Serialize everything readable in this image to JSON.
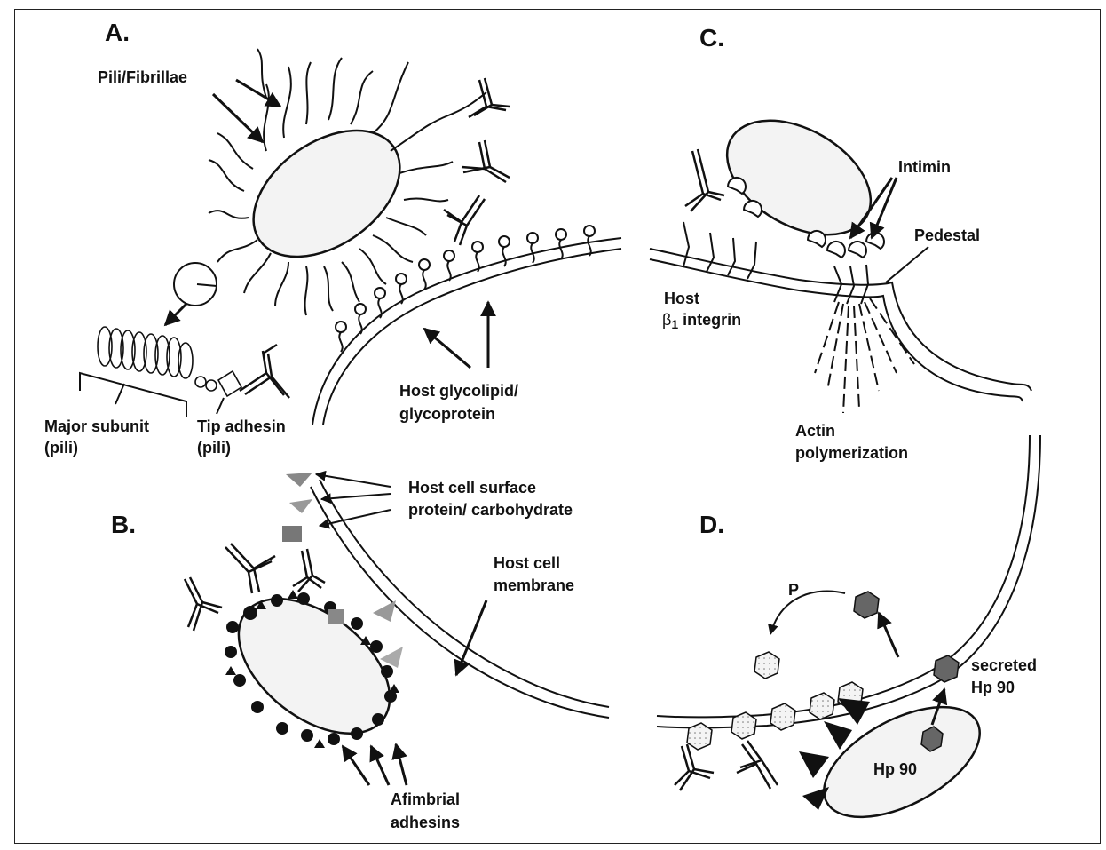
{
  "panels": {
    "a": "A.",
    "b": "B.",
    "c": "C.",
    "d": "D."
  },
  "labels": {
    "pili_fibrillae": "Pili/Fibrillae",
    "major_subunit_1": "Major subunit",
    "major_subunit_2": "(pili)",
    "tip_adhesin_1": "Tip adhesin",
    "tip_adhesin_2": "(pili)",
    "host_glyco_1": "Host glycolipid/",
    "host_glyco_2": "glycoprotein",
    "intimin": "Intimin",
    "pedestal": "Pedestal",
    "host_integrin_1": "Host",
    "host_integrin_beta": "β",
    "host_integrin_sub": "1",
    "host_integrin_2": " integrin",
    "actin_1": "Actin",
    "actin_2": "polymerization",
    "host_surface_1": "Host cell surface",
    "host_surface_2": "protein/ carbohydrate",
    "host_membrane_1": "Host cell",
    "host_membrane_2": "membrane",
    "afimbrial_1": "Afimbrial",
    "afimbrial_2": "adhesins",
    "p": "P",
    "secreted_1": "secreted",
    "secreted_2": "Hp 90",
    "hp90": "Hp 90"
  }
}
